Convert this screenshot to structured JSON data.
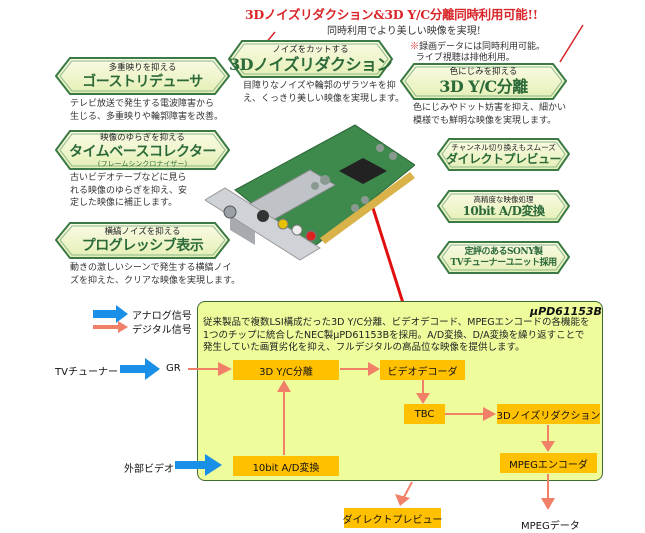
{
  "header": {
    "headline": "3Dノイズリダクション&3D Y/C分離同時利用可能!!",
    "subline": "同時利用でより美しい映像を実現!",
    "note_mark": "※",
    "note_line1": "録画データには同時利用可能。",
    "note_line2": "ライブ視聴は排他利用。"
  },
  "features": {
    "ghost": {
      "sub": "多重映りを抑える",
      "title": "ゴーストリデューサ",
      "desc_line1": "テレビ放送で発生する電波障害から",
      "desc_line2": "生じる、多重映りや輪郭障害を改善。"
    },
    "tbc": {
      "sub": "映像のゆらぎを抑える",
      "title": "タイムベースコレクター",
      "tiny": "(フレームシンクロナイザー)",
      "desc_line1": "古いビデオテープなどに見ら",
      "desc_line2": "れる映像のゆらぎを抑え、安",
      "desc_line3": "定した映像に補正します。"
    },
    "progressive": {
      "sub": "横縞ノイズを抑える",
      "title": "プログレッシブ表示",
      "desc_line1": "動きの激しいシーンで発生する横縞ノイ",
      "desc_line2": "ズを抑えた、クリアな映像を実現します。"
    },
    "noise": {
      "sub": "ノイズをカットする",
      "title": "3Dノイズリダクション",
      "desc_line1": "目障りなノイズや輪郭のザラツキを抑",
      "desc_line2": "え、くっきり美しい映像を実現します。"
    },
    "yc": {
      "sub": "色にじみを抑える",
      "title": "3D Y/C分離",
      "desc_line1": "色にじみやドット妨害を抑え、細かい",
      "desc_line2": "模様でも鮮明な映像を実現します。"
    },
    "preview": {
      "sub": "チャンネル切り換えもスムーズ",
      "title": "ダイレクトプレビュー"
    },
    "adc": {
      "sub": "高精度な映像処理",
      "title": "10bit A/D変換"
    },
    "sony": {
      "line1": "定評のあるSONY製",
      "line2": "TVチューナーユニット採用"
    }
  },
  "legend": {
    "analog": "アナログ信号",
    "digital": "デジタル信号"
  },
  "panel": {
    "chip": "μPD61153B",
    "text_line1": "従来製品で複数LSI構成だった3D Y/C分離、ビデオデコード、MPEGエンコードの各機能を",
    "text_line2": "1つのチップに統合したNEC製μPD61153Bを採用。A/D変換、D/A変換を繰り返すことで",
    "text_line3": "発生していた画質劣化を抑え、フルデジタルの高品位な映像を提供します。"
  },
  "flow": {
    "tv_tuner": "TVチューナー",
    "gr": "GR",
    "external_video": "外部ビデオ",
    "yc_sep": "3D Y/C分離",
    "adc": "10bit A/D変換",
    "video_decoder": "ビデオデコーダ",
    "tbc": "TBC",
    "noise_reduction": "3Dノイズリダクション",
    "mpeg_encoder": "MPEGエンコーダ",
    "direct_preview": "ダイレクトプレビュー",
    "mpeg_data": "MPEGデータ"
  },
  "colors": {
    "headline_red": "#d8262a",
    "banner_green": "#2b6a38",
    "panel_bg": "#eefc9c",
    "box_orange": "#ffc000",
    "analog_blue": "#1a8fe8",
    "digital_salmon": "#f08068"
  }
}
